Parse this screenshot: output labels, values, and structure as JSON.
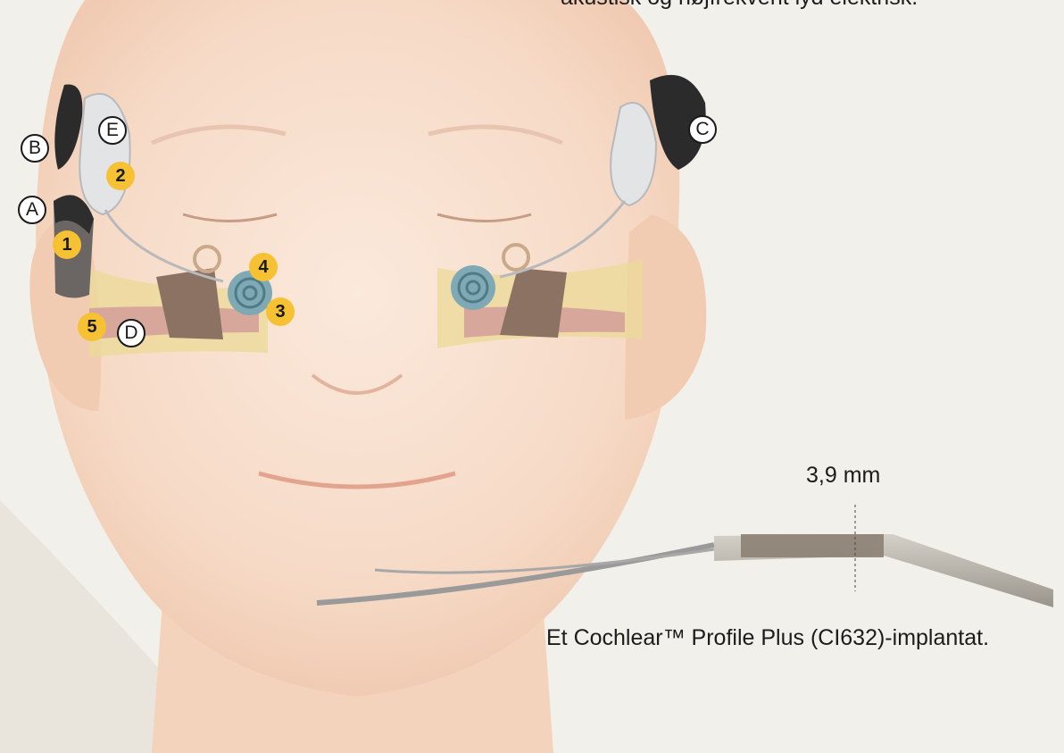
{
  "top_caption": "akustisk og højfrekvent lyd elektrisk.",
  "implant": {
    "dimension_label": "3,9 mm",
    "caption": "Et Cochlear™ Profile Plus (CI632)-implantat."
  },
  "markers": {
    "letters": [
      "A",
      "B",
      "C",
      "D",
      "E"
    ],
    "numbers": [
      "1",
      "2",
      "3",
      "4",
      "5"
    ]
  },
  "colors": {
    "background": "#f2f0ea",
    "skin": "#f6dcc9",
    "marker_yellow": "#f6c233",
    "cochlea": "#7fa9b4",
    "bone": "#e8d38c",
    "processor_dark": "#2b2b2b"
  }
}
